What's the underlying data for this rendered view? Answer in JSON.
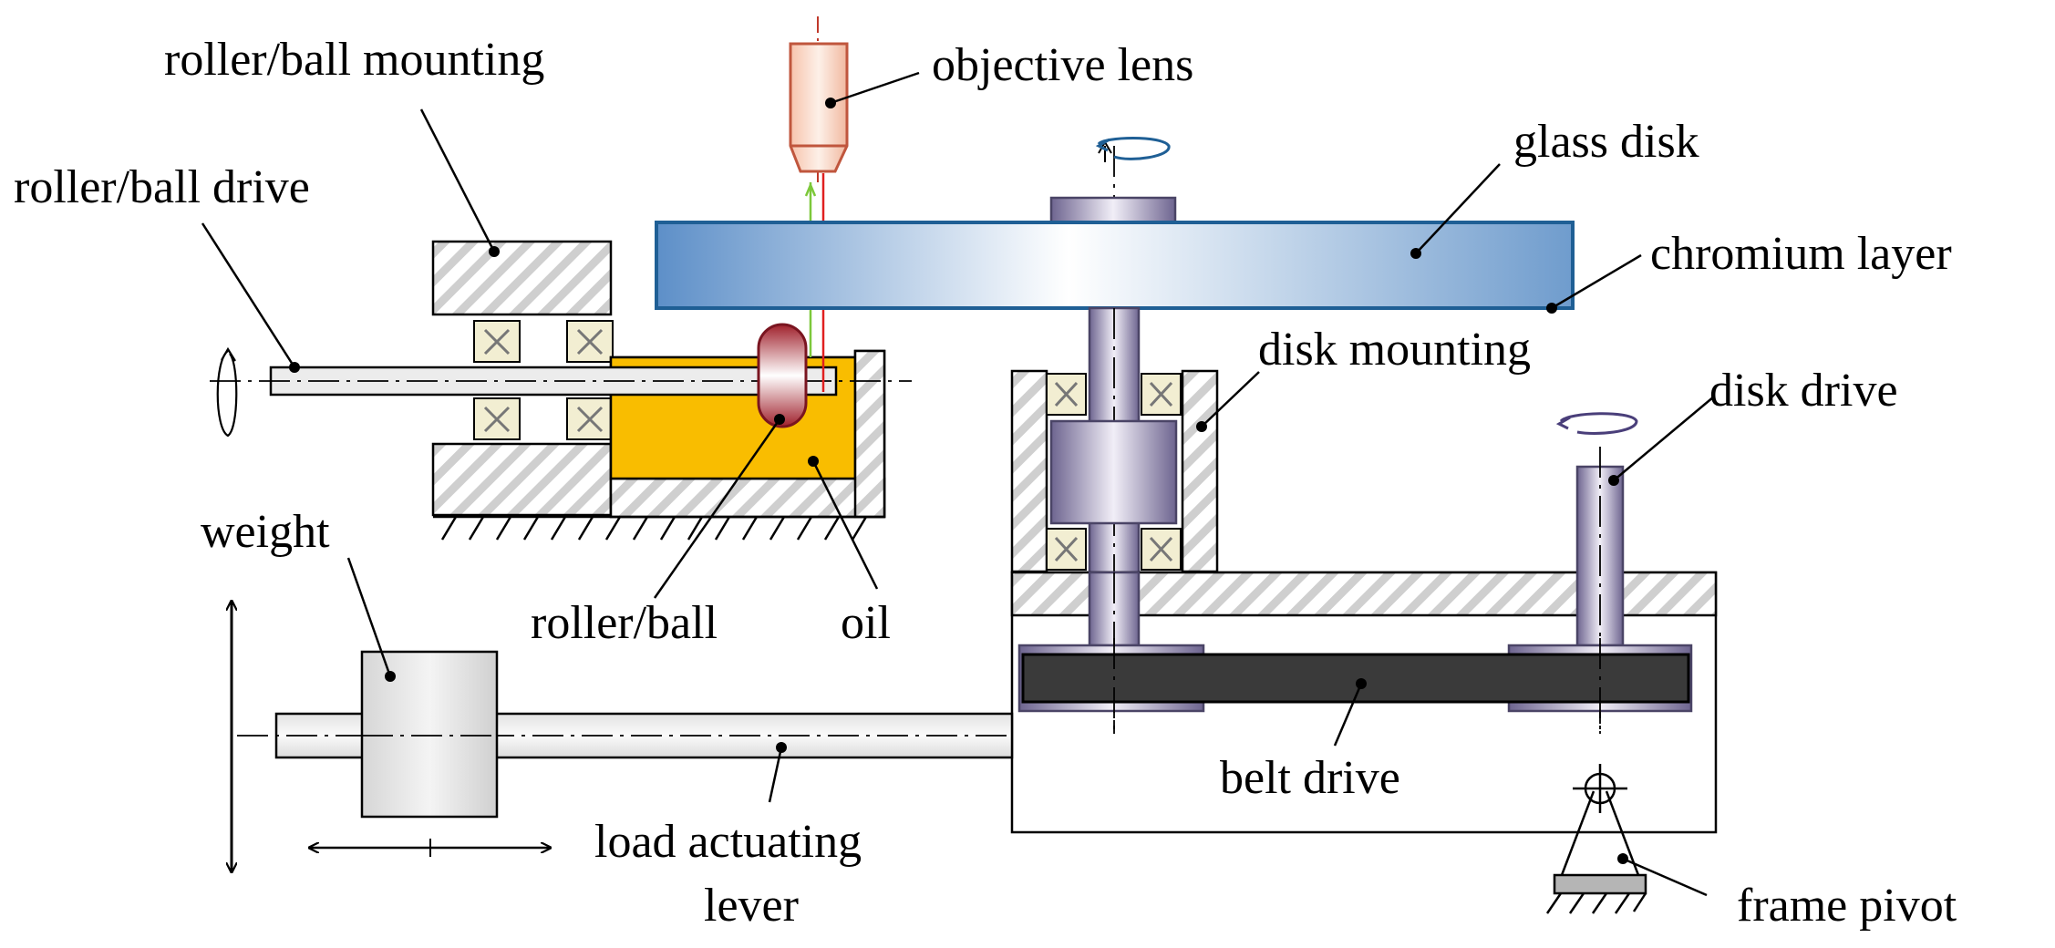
{
  "labels": {
    "roller_ball_mounting": "roller/ball mounting",
    "objective_lens": "objective lens",
    "roller_ball_drive": "roller/ball drive",
    "glass_disk": "glass disk",
    "chromium_layer": "chromium layer",
    "disk_mounting": "disk mounting",
    "disk_drive": "disk drive",
    "weight": "weight",
    "roller_ball": "roller/ball",
    "oil": "oil",
    "belt_drive": "belt drive",
    "load_actuating_lever_line1": "load actuating",
    "load_actuating_lever_line2": "lever",
    "frame_pivot": "frame pivot"
  },
  "colors": {
    "disk_blue": "#1f5f95",
    "oil": "#f9bd00",
    "lens": "#c8604a",
    "shaft": "#8a7fa8",
    "belt": "#3a3a3a",
    "laser_in": "#e02020",
    "laser_out": "#7cc83a"
  }
}
